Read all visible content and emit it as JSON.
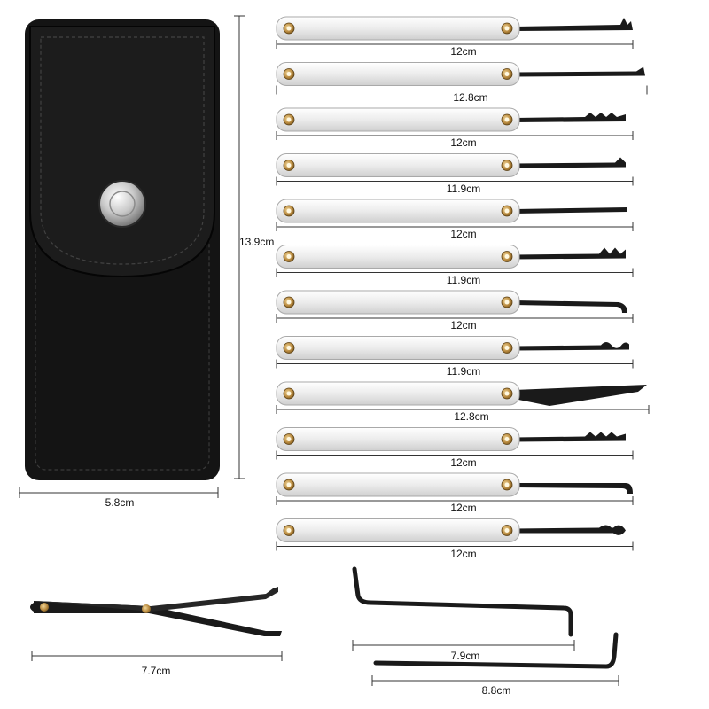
{
  "pouch": {
    "width_label": "5.8cm",
    "height_label": "13.9cm"
  },
  "picks": [
    {
      "length": "12cm",
      "tip": "hook-double"
    },
    {
      "length": "12.8cm",
      "tip": "hook-long"
    },
    {
      "length": "12cm",
      "tip": "rake-serrated"
    },
    {
      "length": "11.9cm",
      "tip": "half-diamond"
    },
    {
      "length": "12cm",
      "tip": "straight"
    },
    {
      "length": "11.9cm",
      "tip": "wave"
    },
    {
      "length": "12cm",
      "tip": "deep-hook"
    },
    {
      "length": "11.9cm",
      "tip": "snake"
    },
    {
      "length": "12.8cm",
      "tip": "wedge"
    },
    {
      "length": "12cm",
      "tip": "rake-serrated"
    },
    {
      "length": "12cm",
      "tip": "hook-short"
    },
    {
      "length": "12cm",
      "tip": "ball"
    }
  ],
  "tweezer": {
    "length": "7.7cm"
  },
  "tension_wrenches": [
    {
      "length": "7.9cm"
    },
    {
      "length": "8.8cm"
    }
  ],
  "colors": {
    "pouch": "#141414",
    "handle": "#f2f2f2",
    "rivet": "#b8893e",
    "steel": "#1a1a1a"
  }
}
